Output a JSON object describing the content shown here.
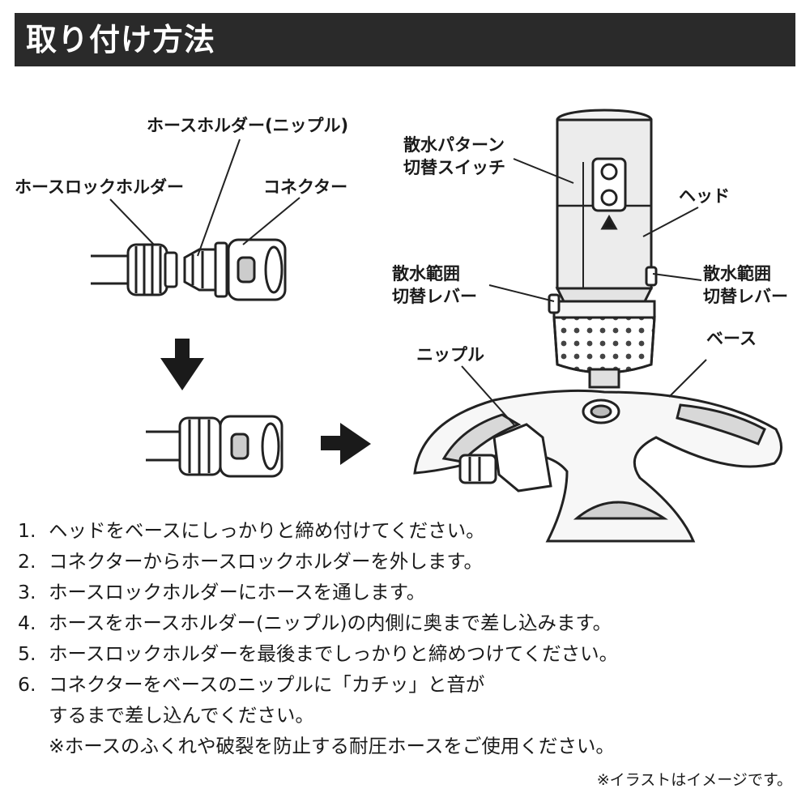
{
  "header": {
    "title": "取り付け方法",
    "background_color": "#2a2a2a",
    "text_color": "#ffffff"
  },
  "diagram": {
    "labels": {
      "hose_holder_nipple": "ホースホルダー(ニップル)",
      "hose_lock_holder": "ホースロックホルダー",
      "connector": "コネクター",
      "spray_pattern_switch_line1": "散水パターン",
      "spray_pattern_switch_line2": "切替スイッチ",
      "head": "ヘッド",
      "spray_range_lever_left_line1": "散水範囲",
      "spray_range_lever_left_line2": "切替レバー",
      "spray_range_lever_right_line1": "散水範囲",
      "spray_range_lever_right_line2": "切替レバー",
      "nipple": "ニップル",
      "base": "ベース"
    },
    "icons": [
      "arrow-down-icon",
      "arrow-right-icon"
    ]
  },
  "steps": [
    {
      "num": "1.",
      "text": "ヘッドをベースにしっかりと締め付けてください。"
    },
    {
      "num": "2.",
      "text": "コネクターからホースロックホルダーを外します。"
    },
    {
      "num": "3.",
      "text": "ホースロックホルダーにホースを通します。"
    },
    {
      "num": "4.",
      "text": "ホースをホースホルダー(ニップル)の内側に奥まで差し込みます。"
    },
    {
      "num": "5.",
      "text": "ホースロックホルダーを最後までしっかりと締めつけてください。"
    },
    {
      "num": "6.",
      "text": "コネクターをベースのニップルに「カチッ」と音が"
    }
  ],
  "step6_continuation": [
    "するまで差し込んでください。",
    "※ホースのふくれや破裂を防止する耐圧ホースをご使用ください。"
  ],
  "footnote": "※イラストはイメージです。"
}
